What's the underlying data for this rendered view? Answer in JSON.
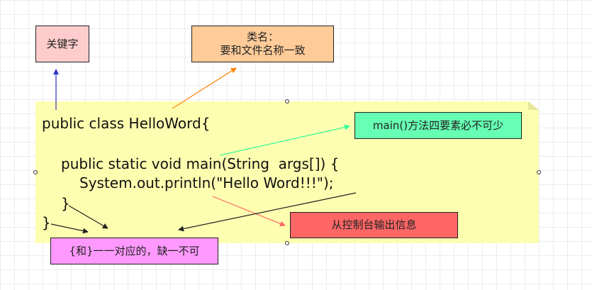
{
  "code": {
    "line1": "public class HelloWord{",
    "line2": "public static void main(String  args[]) {",
    "line3": "System.out.println(\"Hello Word!!!\");",
    "line4": "}",
    "line5": "}"
  },
  "labels": {
    "keyword": "关键字",
    "class_name_title": "类名：",
    "class_name_desc": "要和文件名称一致",
    "main_method": "main()方法四要素必不可少",
    "console_output": "从控制台输出信息",
    "braces": "{和}一一对应的，缺一不可"
  },
  "colors": {
    "note_bg": "#fefeb0",
    "keyword_box": "#ffcccc",
    "class_box": "#ffcc99",
    "main_box": "#66ffb3",
    "console_box": "#ff6666",
    "braces_box": "#ff99ff",
    "arrow_blue": "#3333cc",
    "arrow_orange": "#ff8000",
    "arrow_green": "#33ff99",
    "arrow_red": "#ff6666",
    "arrow_black": "#222222"
  }
}
